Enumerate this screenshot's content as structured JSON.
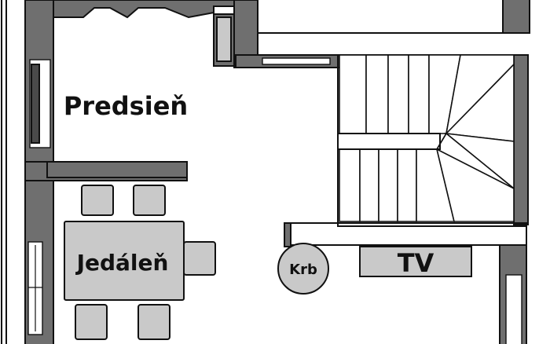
{
  "rooms": {
    "hall": "Predsieň",
    "dining": "Jedáleň"
  },
  "fixtures": {
    "fireplace": "Krb",
    "tv": "TV"
  },
  "colors": {
    "wall": "#6f6f6f",
    "furniture": "#c9c9c9",
    "line": "#111111",
    "background": "#ffffff"
  }
}
